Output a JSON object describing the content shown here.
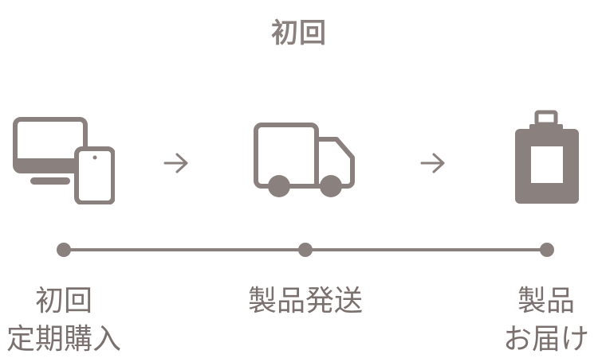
{
  "title": "初回",
  "steps": [
    {
      "icon": "devices-icon",
      "lines": [
        "初回",
        "定期購入"
      ]
    },
    {
      "icon": "truck-icon",
      "lines": [
        "製品発送"
      ]
    },
    {
      "icon": "bottle-icon",
      "lines": [
        "製品",
        "お届け"
      ]
    }
  ],
  "colors": {
    "icon": "#8a807d",
    "text": "#7a706d"
  }
}
